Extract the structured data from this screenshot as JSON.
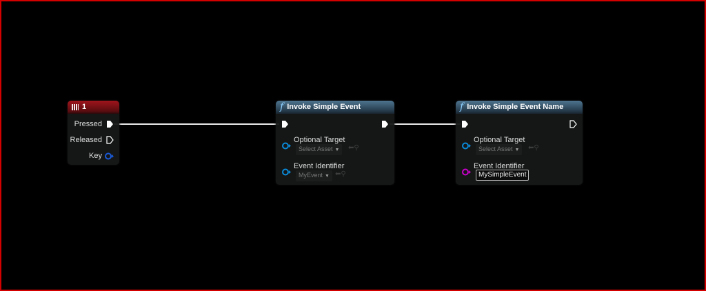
{
  "nodes": {
    "key_event": {
      "title": "1",
      "icon": "keyboard-icon",
      "pins": {
        "pressed": "Pressed",
        "released": "Released",
        "key": "Key"
      }
    },
    "invoke_simple_event": {
      "title": "Invoke Simple Event",
      "icon": "function-icon",
      "function_glyph": "f",
      "optional_target_label": "Optional Target",
      "optional_target_value": "Select Asset",
      "event_identifier_label": "Event Identifier",
      "event_identifier_value": "MyEvent"
    },
    "invoke_simple_event_name": {
      "title": "Invoke Simple Event Name",
      "icon": "function-icon",
      "function_glyph": "f",
      "optional_target_label": "Optional Target",
      "optional_target_value": "Select Asset",
      "event_identifier_label": "Event Identifier",
      "event_identifier_value": "MySimpleEvent"
    }
  },
  "colors": {
    "frame": "#d40000",
    "object_pin": "#0a8ad8",
    "name_pin": "#c800c8",
    "key_pin": "#1a5ad8"
  }
}
